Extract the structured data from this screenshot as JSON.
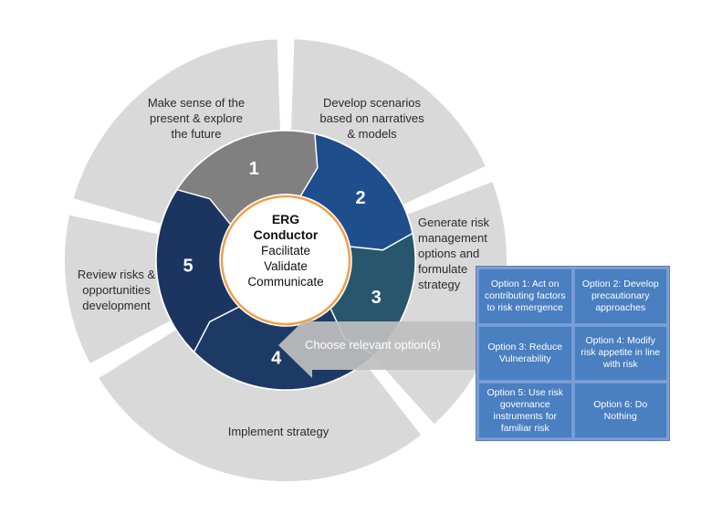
{
  "center": {
    "title_line1": "ERG",
    "title_line2": "Conductor",
    "roles": [
      "Facilitate",
      "Validate",
      "Communicate"
    ]
  },
  "steps": [
    {
      "number": "1",
      "label_lines": [
        "Make sense of the",
        "present & explore",
        "the future"
      ],
      "color": "#808080"
    },
    {
      "number": "2",
      "label_lines": [
        "Develop scenarios",
        "based on narratives",
        "& models"
      ],
      "color": "#1f4e8c"
    },
    {
      "number": "3",
      "label_lines": [
        "Generate risk",
        "management",
        "options and",
        "formulate",
        "strategy"
      ],
      "color": "#27566d"
    },
    {
      "number": "4",
      "label_lines": [
        "Implement strategy"
      ],
      "color": "#1d3a66"
    },
    {
      "number": "5",
      "label_lines": [
        "Review risks &",
        "opportunities",
        "development"
      ],
      "color": "#1b3560"
    }
  ],
  "choose_arrow_label": "Choose relevant option(s)",
  "options": [
    {
      "text": "Option 1: Act on contributing factors to risk emergence"
    },
    {
      "text": "Option 2: Develop precautionary approaches"
    },
    {
      "text": "Option 3: Reduce Vulnerability"
    },
    {
      "text": "Option 4: Modify risk appetite in line with risk"
    },
    {
      "text": "Option 5: Use risk governance instruments for familiar risk"
    },
    {
      "text": "Option 6: Do Nothing"
    }
  ],
  "colors": {
    "outer_segment": "#d9d9d9",
    "center_ring": "#f0a04b",
    "choose_arrow": "#bfbfbf",
    "option_box": "#4a7fc1"
  }
}
